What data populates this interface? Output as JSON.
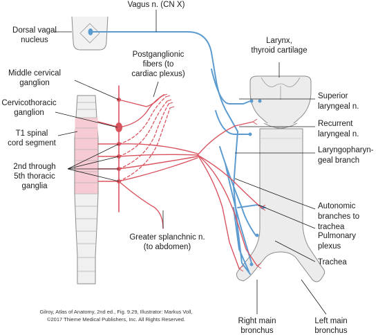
{
  "labels": {
    "vagus": "Vagus n. (CN X)",
    "dorsal_vagal_1": "Dorsal vagal",
    "dorsal_vagal_2": "nucleus",
    "postganglionic_1": "Postganglionic",
    "postganglionic_2": "fibers (to",
    "postganglionic_3": "cardiac plexus)",
    "middle_cervical_1": "Middle cervical",
    "middle_cervical_2": "ganglion",
    "cervicothoracic_1": "Cervicothoracic",
    "cervicothoracic_2": "ganglion",
    "t1_1": "T1 spinal",
    "t1_2": "cord segment",
    "thoracic_ganglia_1": "2nd through",
    "thoracic_ganglia_2": "5th thoracic",
    "thoracic_ganglia_3": "ganglia",
    "greater_splanchnic_1": "Greater splanchnic n.",
    "greater_splanchnic_2": "(to abdomen)",
    "larynx_1": "Larynx,",
    "larynx_2": "thyroid cartilage",
    "superior_laryngeal_1": "Superior",
    "superior_laryngeal_2": "laryngeal n.",
    "recurrent_laryngeal_1": "Recurrent",
    "recurrent_laryngeal_2": "laryngeal n.",
    "laryngopharyngeal_1": "Laryngopharyn-",
    "laryngopharyngeal_2": "geal branch",
    "autonomic_1": "Autonomic",
    "autonomic_2": "branches to",
    "autonomic_3": "trachea",
    "pulmonary_1": "Pulmonary",
    "pulmonary_2": "plexus",
    "trachea": "Trachea",
    "right_bronchus_1": "Right main",
    "right_bronchus_2": "bronchus",
    "left_bronchus_1": "Left main",
    "left_bronchus_2": "bronchus"
  },
  "credit": {
    "line1": "Gilroy, Atlas of Anatomy, 2nd ed., Fig. 9.29, Illustrator: Markus Voll,",
    "line2": "©2017 Thieme Medical Publishers, Inc. All Rights Reserved."
  },
  "colors": {
    "parasympathetic": "#5b9bd0",
    "sympathetic": "#d9535f",
    "cord_highlight": "#f7cbd3",
    "organ_fill": "#ececec",
    "outline": "#8a8a8a",
    "leader": "#1a1a1a"
  }
}
